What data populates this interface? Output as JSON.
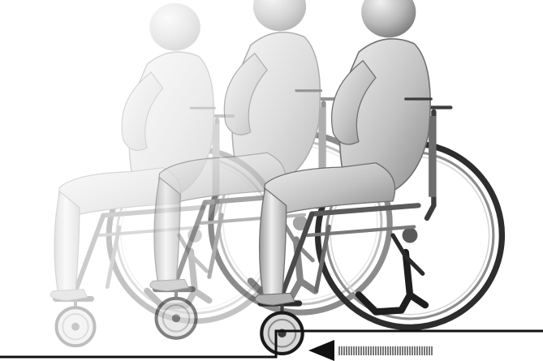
{
  "figure": {
    "stages": [
      {
        "id": "stage-1",
        "opacity": 0.28
      },
      {
        "id": "stage-2",
        "opacity": 0.55
      },
      {
        "id": "stage-3",
        "opacity": 1.0
      }
    ],
    "colors": {
      "background": "#ffffff",
      "outline": "#111111",
      "body_light": "#e9e9e9",
      "body_dark": "#9a9a9a",
      "metal": "#c9c9c9",
      "wheel_rim": "#3a3a3a",
      "arrow": "#111111",
      "arrow_trail": "#555555"
    },
    "motion_arrow": {
      "direction": "left",
      "icon": "left-arrow-icon"
    }
  }
}
